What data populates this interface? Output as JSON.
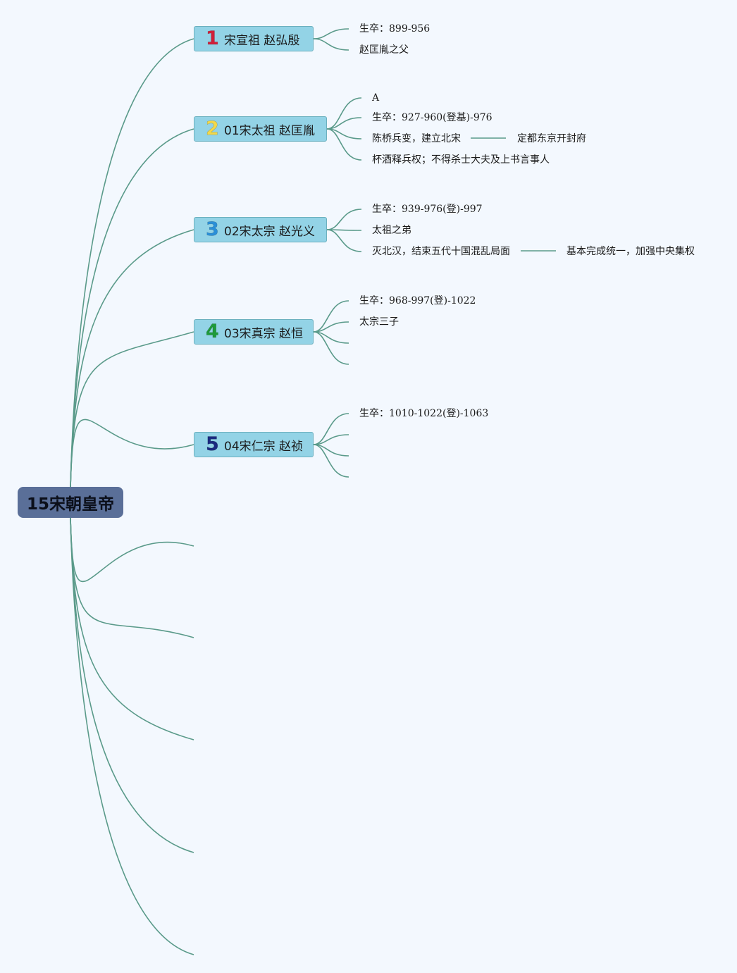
{
  "root": {
    "label": "15宋朝皇帝"
  },
  "emperors": [
    {
      "num": "1",
      "num_color": "#d0203a",
      "name": "宋宣祖 赵弘殷",
      "details": [
        "生卒：899-956",
        "赵匡胤之父"
      ]
    },
    {
      "num": "2",
      "num_color": "#f2d84a",
      "name": "01宋太祖 赵匡胤",
      "details": [
        "A",
        "生卒：927-960(登基)-976",
        "陈桥兵变，建立北宋",
        "杯酒释兵权；不得杀士大夫及上书言事人"
      ],
      "sub": "定都东京开封府"
    },
    {
      "num": "3",
      "num_color": "#2a8fd8",
      "name": "02宋太宗 赵光义",
      "details": [
        "生卒：939-976(登)-997",
        "太祖之弟",
        "灭北汉，结束五代十国混乱局面"
      ],
      "sub": "基本完成统一，加强中央集权"
    },
    {
      "num": "4",
      "num_color": "#1e9a3a",
      "name": "03宋真宗 赵恒",
      "details": [
        "生卒：968-997(登)-1022",
        "太宗三子"
      ]
    },
    {
      "num": "5",
      "num_color": "#1a2a80",
      "name": "04宋仁宗 赵祯",
      "details": [
        "生卒：1010-1022(登)-1063"
      ]
    }
  ]
}
